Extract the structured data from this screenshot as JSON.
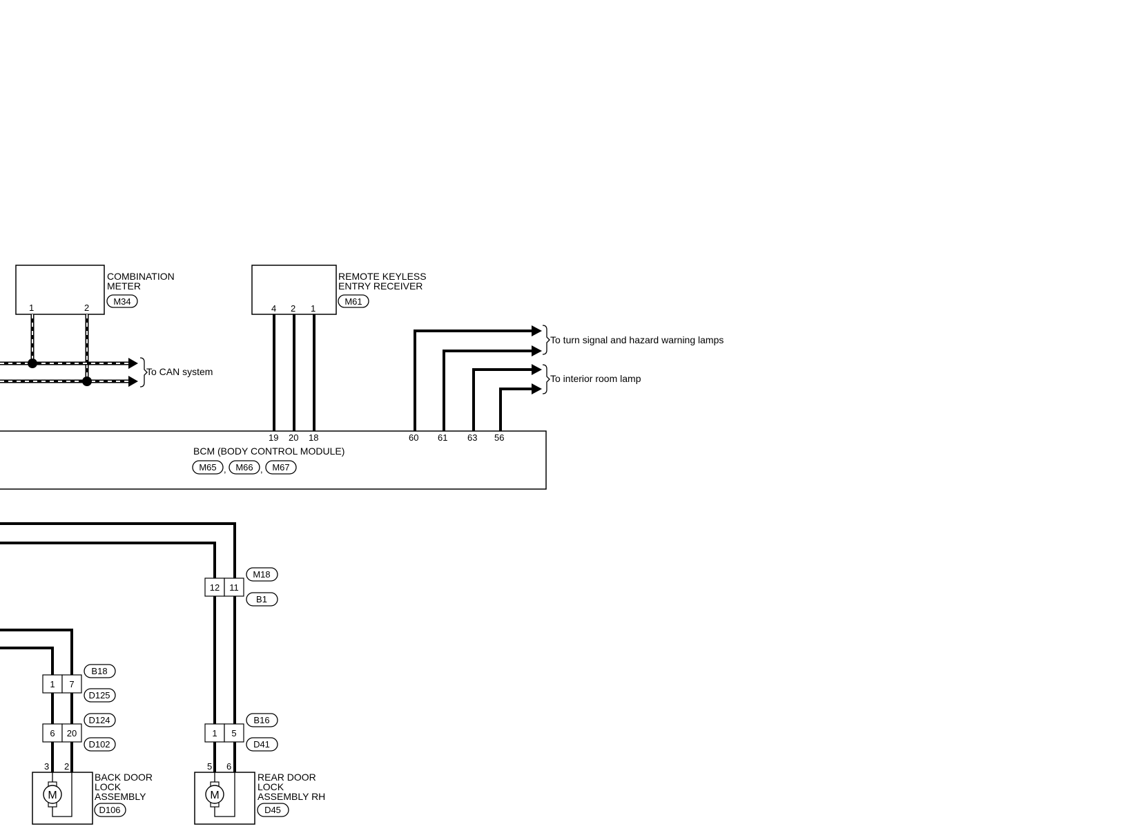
{
  "combination_meter": {
    "name_line1": "COMBINATION",
    "name_line2": "METER",
    "connector": "M34",
    "pins": [
      "1",
      "2"
    ]
  },
  "can": {
    "label": "To CAN system"
  },
  "rke_receiver": {
    "name_line1": "REMOTE KEYLESS",
    "name_line2": "ENTRY RECEIVER",
    "connector": "M61",
    "pins": [
      "4",
      "2",
      "1"
    ]
  },
  "lamps": {
    "turn_signal_label": "To turn signal and hazard warning lamps",
    "interior_label": "To interior room lamp"
  },
  "bcm": {
    "name": "BCM (BODY CONTROL MODULE)",
    "connectors": [
      "M65",
      "M66",
      "M67"
    ],
    "separator": ",",
    "pins_rke": [
      "19",
      "20",
      "18"
    ],
    "pins_lamps": [
      "60",
      "61",
      "63",
      "56"
    ]
  },
  "joint_m18_b1": {
    "upper_tag": "M18",
    "lower_tag": "B1",
    "pins": [
      "12",
      "11"
    ]
  },
  "joint_b18_d125": {
    "upper_tag": "B18",
    "lower_tag": "D125",
    "pins": [
      "1",
      "7"
    ]
  },
  "joint_d124_d102": {
    "upper_tag": "D124",
    "lower_tag": "D102",
    "pins": [
      "6",
      "20"
    ]
  },
  "joint_b16_d41": {
    "upper_tag": "B16",
    "lower_tag": "D41",
    "pins": [
      "1",
      "5"
    ]
  },
  "back_door_lock": {
    "name_line1": "BACK DOOR",
    "name_line2": "LOCK",
    "name_line3": "ASSEMBLY",
    "connector": "D106",
    "pins": [
      "3",
      "2"
    ],
    "motor_symbol": "M"
  },
  "rear_door_lock_rh": {
    "name_line1": "REAR DOOR",
    "name_line2": "LOCK",
    "name_line3": "ASSEMBLY RH",
    "connector": "D45",
    "pins": [
      "5",
      "6"
    ],
    "motor_symbol": "M"
  }
}
